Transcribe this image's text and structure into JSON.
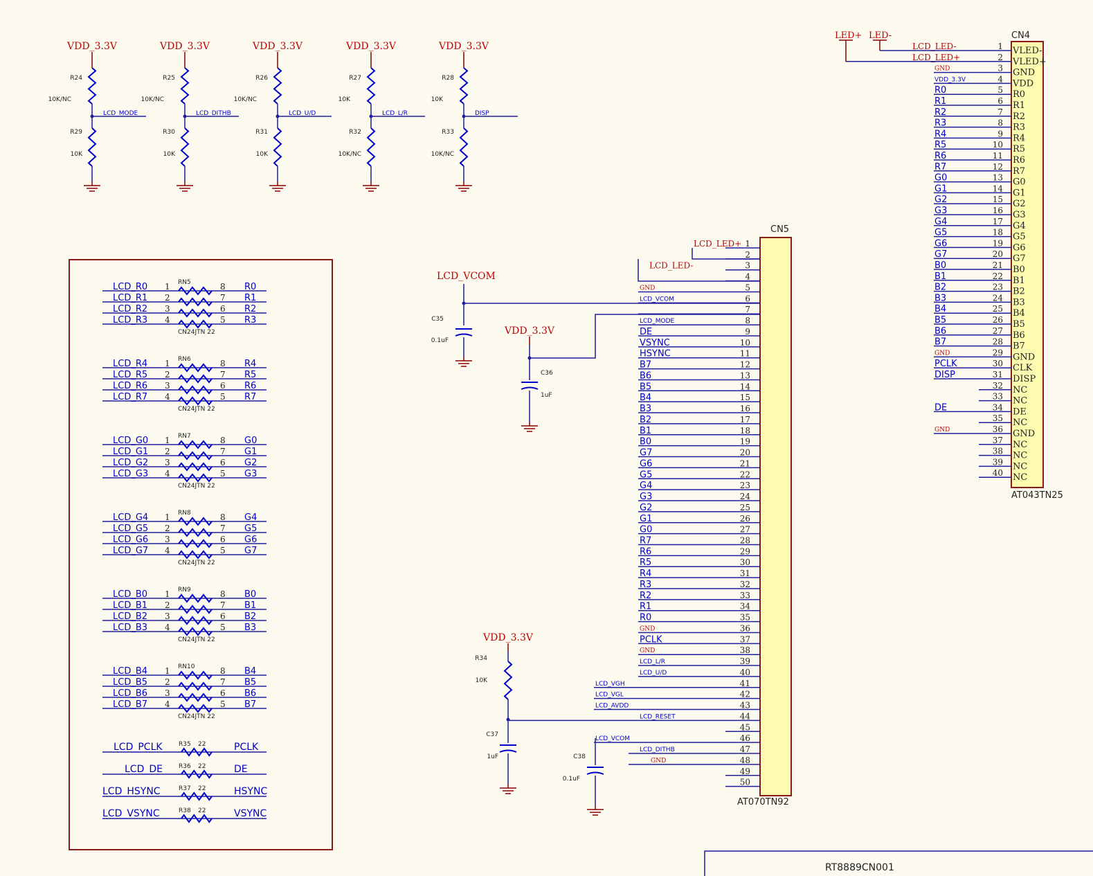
{
  "top_dividers": [
    {
      "vdd": "VDD_3.3V",
      "rt": "R24",
      "rtv": "10K/NC",
      "rb": "R29",
      "rbv": "10K",
      "net": "LCD_MODE"
    },
    {
      "vdd": "VDD_3.3V",
      "rt": "R25",
      "rtv": "10K/NC",
      "rb": "R30",
      "rbv": "10K",
      "net": "LCD_DITHB"
    },
    {
      "vdd": "VDD_3.3V",
      "rt": "R26",
      "rtv": "10K/NC",
      "rb": "R31",
      "rbv": "10K",
      "net": "LCD_U/D"
    },
    {
      "vdd": "VDD_3.3V",
      "rt": "R27",
      "rtv": "10K",
      "rb": "R32",
      "rbv": "10K/NC",
      "net": "LCD_L/R"
    },
    {
      "vdd": "VDD_3.3V",
      "rt": "R28",
      "rtv": "10K",
      "rb": "R33",
      "rbv": "10K/NC",
      "net": "DISP"
    }
  ],
  "rnets": [
    {
      "ref": "RN5",
      "val": "CN24JTN 22",
      "in": [
        "LCD_R0",
        "LCD_R1",
        "LCD_R2",
        "LCD_R3"
      ],
      "out": [
        "R0",
        "R1",
        "R2",
        "R3"
      ]
    },
    {
      "ref": "RN6",
      "val": "CN24JTN 22",
      "in": [
        "LCD_R4",
        "LCD_R5",
        "LCD_R6",
        "LCD_R7"
      ],
      "out": [
        "R4",
        "R5",
        "R6",
        "R7"
      ]
    },
    {
      "ref": "RN7",
      "val": "CN24JTN 22",
      "in": [
        "LCD_G0",
        "LCD_G1",
        "LCD_G2",
        "LCD_G3"
      ],
      "out": [
        "G0",
        "G1",
        "G2",
        "G3"
      ]
    },
    {
      "ref": "RN8",
      "val": "CN24JTN 22",
      "in": [
        "LCD_G4",
        "LCD_G5",
        "LCD_G6",
        "LCD_G7"
      ],
      "out": [
        "G4",
        "G5",
        "G6",
        "G7"
      ]
    },
    {
      "ref": "RN9",
      "val": "CN24JTN 22",
      "in": [
        "LCD_B0",
        "LCD_B1",
        "LCD_B2",
        "LCD_B3"
      ],
      "out": [
        "B0",
        "B1",
        "B2",
        "B3"
      ]
    },
    {
      "ref": "RN10",
      "val": "CN24JTN 22",
      "in": [
        "LCD_B4",
        "LCD_B5",
        "LCD_B6",
        "LCD_B7"
      ],
      "out": [
        "B4",
        "B5",
        "B6",
        "B7"
      ]
    }
  ],
  "rnet_pins": [
    "1",
    "2",
    "3",
    "4",
    "8",
    "7",
    "6",
    "5"
  ],
  "single_res": [
    {
      "ref": "R35",
      "val": "22",
      "in": "LCD_PCLK",
      "out": "PCLK"
    },
    {
      "ref": "R36",
      "val": "22",
      "in": "LCD_DE",
      "out": "DE"
    },
    {
      "ref": "R37",
      "val": "22",
      "in": "LCD_HSYNC",
      "out": "HSYNC"
    },
    {
      "ref": "R38",
      "val": "22",
      "in": "LCD_VSYNC",
      "out": "VSYNC"
    }
  ],
  "cn5": {
    "ref": "CN5",
    "part": "AT070TN92",
    "nets": [
      "LCD_LED+",
      "",
      "LCD_LED-",
      "",
      "GND",
      "LCD_VCOM",
      "",
      "LCD_MODE",
      "DE",
      "VSYNC",
      "HSYNC",
      "B7",
      "B6",
      "B5",
      "B4",
      "B3",
      "B2",
      "B1",
      "B0",
      "G7",
      "G6",
      "G5",
      "G4",
      "G3",
      "G2",
      "G1",
      "G0",
      "R7",
      "R6",
      "R5",
      "R4",
      "R3",
      "R2",
      "R1",
      "R0",
      "GND",
      "PCLK",
      "GND",
      "LCD_L/R",
      "LCD_U/D",
      "LCD_VGH",
      "LCD_VGL",
      "LCD_AVDD",
      "LCD_RESET",
      "",
      "LCD_VCOM",
      "LCD_DITHB",
      "GND",
      "",
      ""
    ]
  },
  "cn4": {
    "ref": "CN4",
    "part": "AT043TN25",
    "nets": [
      "LCD_LED-",
      "LCD_LED+",
      "GND",
      "VDD_3.3V",
      "R0",
      "R1",
      "R2",
      "R3",
      "R4",
      "R5",
      "R6",
      "R7",
      "G0",
      "G1",
      "G2",
      "G3",
      "G4",
      "G5",
      "G6",
      "G7",
      "B0",
      "B1",
      "B2",
      "B3",
      "B4",
      "B5",
      "B6",
      "B7",
      "GND",
      "PCLK",
      "DISP",
      "",
      "",
      "DE",
      "",
      "GND",
      "",
      "",
      "",
      ""
    ],
    "pins": [
      "VLED-",
      "VLED+",
      "GND",
      "VDD",
      "R0",
      "R1",
      "R2",
      "R3",
      "R4",
      "R5",
      "R6",
      "R7",
      "G0",
      "G1",
      "G2",
      "G3",
      "G4",
      "G5",
      "G6",
      "G7",
      "B0",
      "B1",
      "B2",
      "B3",
      "B4",
      "B5",
      "B6",
      "B7",
      "GND",
      "CLK",
      "DISP",
      "NC",
      "NC",
      "DE",
      "NC",
      "GND",
      "NC",
      "NC",
      "NC",
      "NC"
    ]
  },
  "led_ports": [
    "LED+",
    "LED-"
  ],
  "vcom": {
    "net": "LCD_VCOM",
    "cap": "C35",
    "val": "0.1uF"
  },
  "c36": {
    "vdd": "VDD_3.3V",
    "cap": "C36",
    "val": "1uF"
  },
  "reset": {
    "vdd": "VDD_3.3V",
    "res": "R34",
    "rval": "10K",
    "cap": "C37",
    "cval": "1uF"
  },
  "c38": {
    "cap": "C38",
    "val": "0.1uF"
  },
  "title_block": {
    "text": "RT8889CN001"
  }
}
